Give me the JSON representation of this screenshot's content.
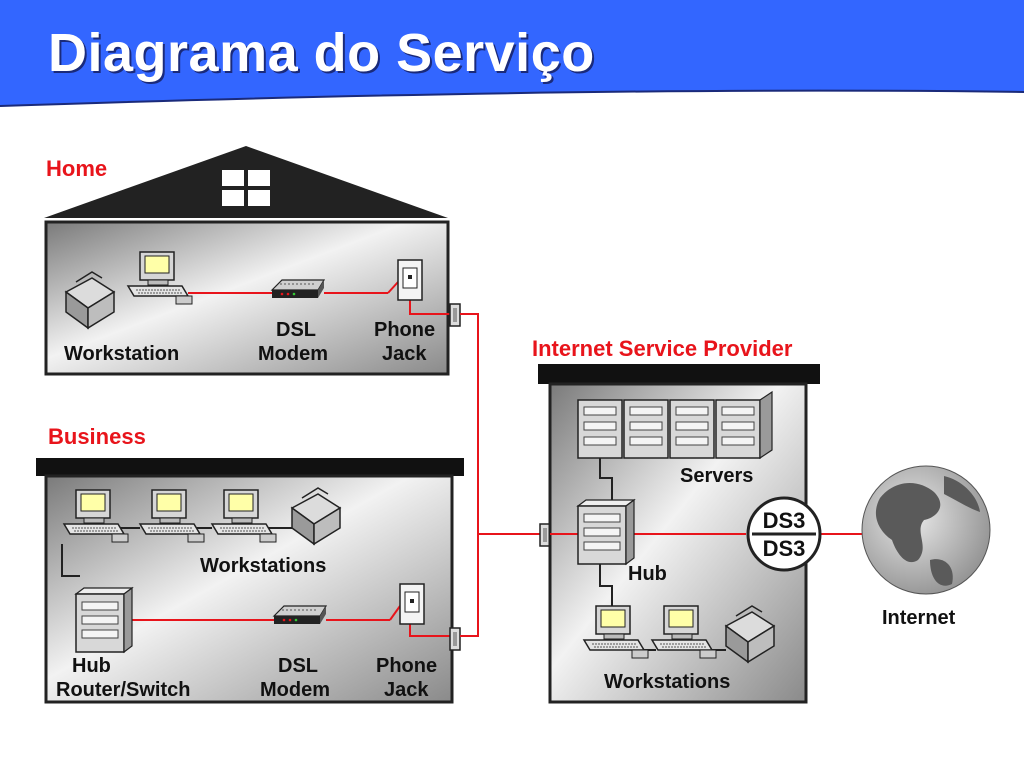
{
  "slide": {
    "title": "Diagrama do Serviço",
    "accent_color": "#3366ff"
  },
  "home": {
    "heading": "Home",
    "workstation": "Workstation",
    "dsl_line1": "DSL",
    "dsl_line2": "Modem",
    "jack_line1": "Phone",
    "jack_line2": "Jack"
  },
  "business": {
    "heading": "Business",
    "workstations": "Workstations",
    "hub_line1": "Hub",
    "hub_line2": "Router/Switch",
    "dsl_line1": "DSL",
    "dsl_line2": "Modem",
    "jack_line1": "Phone",
    "jack_line2": "Jack"
  },
  "isp": {
    "heading": "Internet Service Provider",
    "servers": "Servers",
    "hub": "Hub",
    "workstations": "Workstations",
    "ds3_top": "DS3",
    "ds3_bottom": "DS3"
  },
  "internet": {
    "label": "Internet"
  },
  "colors": {
    "link_line": "#e8141b",
    "heading": "#e8141b"
  }
}
